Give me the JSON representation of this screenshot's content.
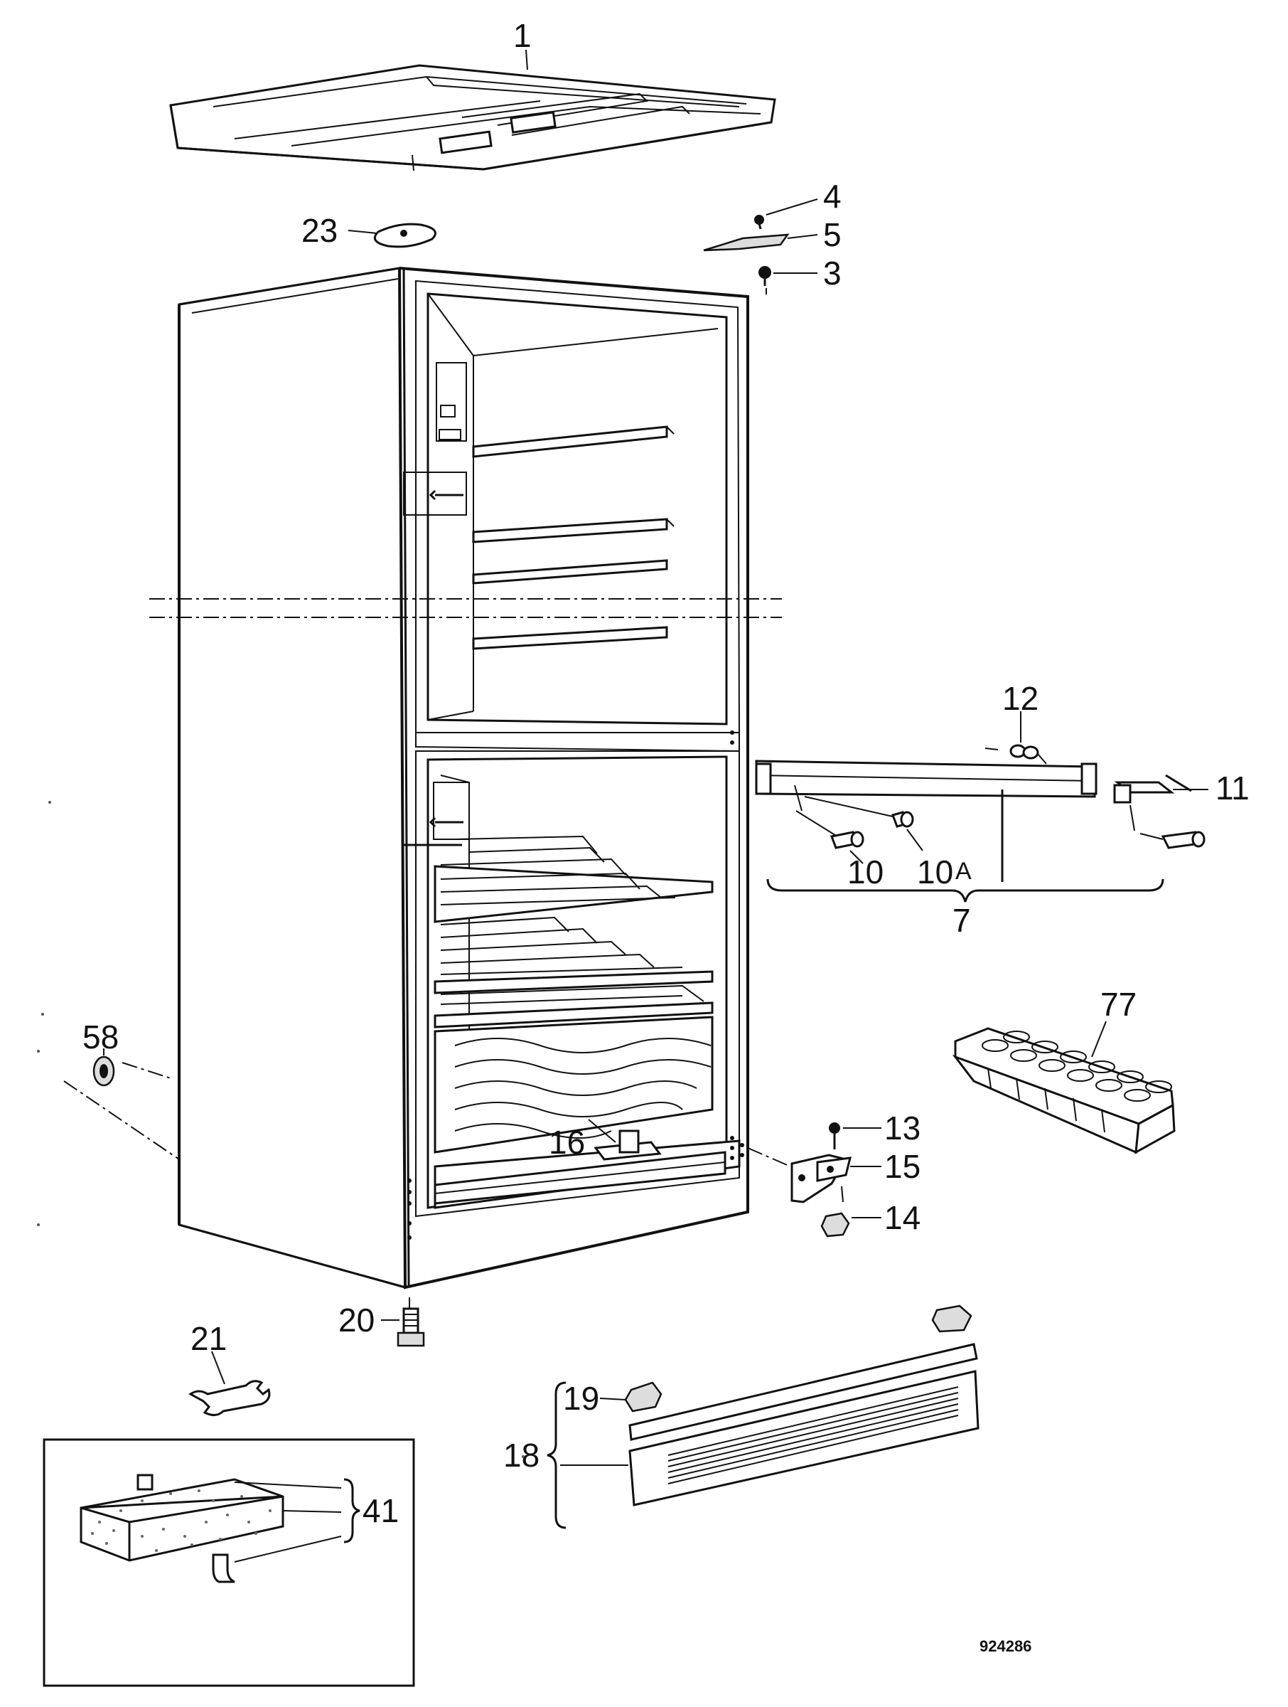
{
  "diagram": {
    "parts": [
      {
        "id": "lid",
        "label": "1"
      },
      {
        "id": "screw-4",
        "label": "4"
      },
      {
        "id": "bracket-5",
        "label": "5"
      },
      {
        "id": "pin-3",
        "label": "3"
      },
      {
        "id": "clip-23",
        "label": "23"
      },
      {
        "id": "pin-12",
        "label": "12"
      },
      {
        "id": "hinge-11",
        "label": "11"
      },
      {
        "id": "screw-10",
        "label": "10"
      },
      {
        "id": "screw-10a",
        "label": "10"
      },
      {
        "id": "hinge-assembly",
        "label": "7"
      },
      {
        "id": "ice-tray",
        "label": "77"
      },
      {
        "id": "foot-58",
        "label": "58"
      },
      {
        "id": "pin-13",
        "label": "13"
      },
      {
        "id": "hinge-15",
        "label": "15"
      },
      {
        "id": "bushing-14",
        "label": "14"
      },
      {
        "id": "clip-16",
        "label": "16"
      },
      {
        "id": "leg-20",
        "label": "20"
      },
      {
        "id": "wrench-21",
        "label": "21"
      },
      {
        "id": "clip-19",
        "label": "19"
      },
      {
        "id": "grille-18",
        "label": "18"
      },
      {
        "id": "element-41",
        "label": "41"
      }
    ],
    "suffix_10a": "A",
    "drawing_number": "924286"
  }
}
